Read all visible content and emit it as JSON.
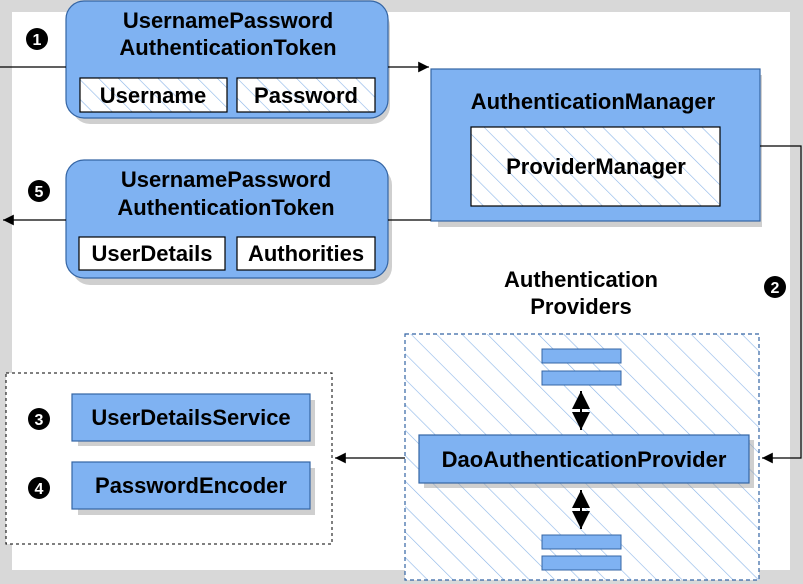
{
  "top_token": {
    "title_line1": "UsernamePassword",
    "title_line2": "AuthenticationToken",
    "field_username": "Username",
    "field_password": "Password"
  },
  "bottom_token": {
    "title_line1": "UsernamePassword",
    "title_line2": "AuthenticationToken",
    "field_userdetails": "UserDetails",
    "field_authorities": "Authorities"
  },
  "manager": {
    "title": "AuthenticationManager",
    "inner": "ProviderManager"
  },
  "providers": {
    "title_line1": "Authentication",
    "title_line2": "Providers",
    "dao": "DaoAuthenticationProvider"
  },
  "services": {
    "user_details_service": "UserDetailsService",
    "password_encoder": "PasswordEncoder"
  },
  "steps": {
    "step1": "1",
    "step2": "2",
    "step3": "3",
    "step4": "4",
    "step5": "5"
  },
  "colors": {
    "box_fill": "#7fb2f2",
    "box_stroke": "#3465a4",
    "hatch": "#8ab4e8",
    "canvas_bg": "#ffffff",
    "page_bg": "#d8d8d8"
  }
}
